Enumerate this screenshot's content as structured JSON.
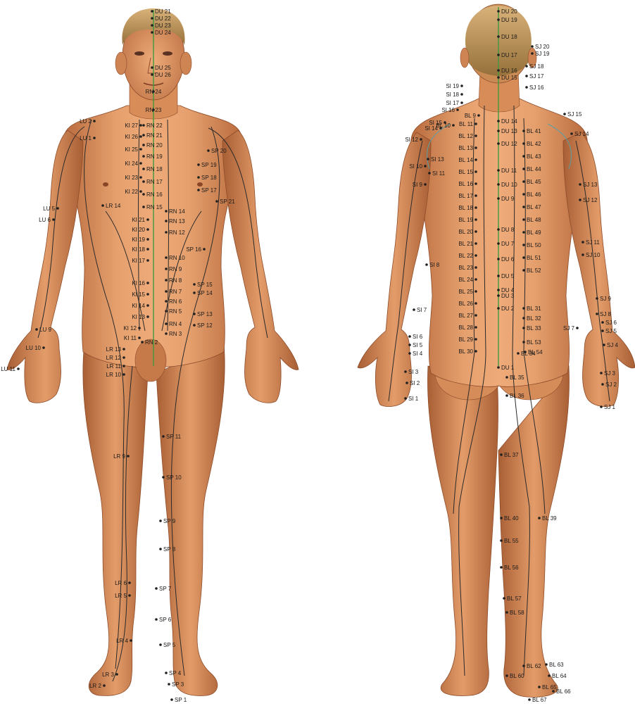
{
  "colors": {
    "skin_light": "#e9a16f",
    "skin_mid": "#c97a48",
    "skin_dark": "#9c5532",
    "hair": "#b58a4e",
    "meridian_line": "#2a2a2a",
    "governing_vessel": "#3f9a3f",
    "point_dot": "#202020",
    "label_text": "#1b1b1b"
  },
  "figures": {
    "front": {
      "labels": [
        "DU 21",
        "DU 22",
        "DU 23",
        "DU 24",
        "DU 25",
        "DU 26",
        "RN 24",
        "RN 23",
        "KI 27",
        "KI 26",
        "KI 25",
        "KI 24",
        "KI 23",
        "KI 22",
        "KI 21",
        "KI 20",
        "KI 19",
        "KI 18",
        "KI 17",
        "KI 16",
        "KI 15",
        "KI 14",
        "KI 13",
        "KI 12",
        "KI 11",
        "RN 22",
        "RN 21",
        "RN 20",
        "RN 19",
        "RN 18",
        "RN 17",
        "RN 16",
        "RN 15",
        "RN 14",
        "RN 13",
        "RN 12",
        "RN 10",
        "RN 9",
        "RN 8",
        "RN 7",
        "RN 6",
        "RN 5",
        "RN 4",
        "RN 3",
        "RN 2",
        "LU 2",
        "LU 1",
        "LU 5",
        "LU 6",
        "LU 9",
        "LU 10",
        "LU 11",
        "SP 20",
        "SP 19",
        "SP 18",
        "SP 17",
        "SP 21",
        "SP 16",
        "SP 15",
        "SP 14",
        "SP 13",
        "SP 12",
        "SP 11",
        "SP 10",
        "SP 9",
        "SP 8",
        "SP 7",
        "SP 6",
        "SP 5",
        "SP 4",
        "SP 3",
        "SP 1",
        "LR 14",
        "LR 13",
        "LR 12",
        "LR 11",
        "LR 10",
        "LR 9",
        "LR 6",
        "LR 5",
        "LR 4",
        "LR 3",
        "LR 2"
      ]
    },
    "back": {
      "labels": [
        "DU 20",
        "DU 19",
        "DU 18",
        "DU 17",
        "DU 16",
        "DU 15",
        "DU 14",
        "DU 13",
        "DU 12",
        "DU 11",
        "DU 10",
        "DU 9",
        "DU 8",
        "DU 7",
        "DU 6",
        "DU 5",
        "DU 4",
        "DU 3",
        "DU 2",
        "DU 1",
        "SJ 20",
        "SJ 19",
        "SJ 18",
        "SJ 17",
        "SJ 16",
        "SJ 15",
        "SJ 14",
        "SJ 13",
        "SJ 12",
        "SJ 11",
        "SJ 10",
        "SJ 9",
        "SJ 8",
        "SJ 7",
        "SJ 6",
        "SJ 5",
        "SJ 4",
        "SJ 3",
        "SJ 2",
        "SJ 1",
        "SI 19",
        "SI 18",
        "SI 17",
        "SI 16",
        "SI 15",
        "SI 14",
        "SI 13",
        "SI 12",
        "SI 11",
        "SI 10",
        "SI 9",
        "SI 8",
        "SI 7",
        "SI 6",
        "SI 5",
        "SI 4",
        "SI 3",
        "SI 2",
        "SI 1",
        "BL 9",
        "BL 10",
        "BL 11",
        "BL 12",
        "BL 13",
        "BL 14",
        "BL 15",
        "BL 16",
        "BL 17",
        "BL 18",
        "BL 19",
        "BL 20",
        "BL 21",
        "BL 22",
        "BL 23",
        "BL 24",
        "BL 25",
        "BL 26",
        "BL 27",
        "BL 28",
        "BL 29",
        "BL 30",
        "BL 31",
        "BL 32",
        "BL 33",
        "BL 34",
        "BL 35",
        "BL 36",
        "BL 37",
        "BL 39",
        "BL 40",
        "BL 41",
        "BL 42",
        "BL 43",
        "BL 44",
        "BL 45",
        "BL 46",
        "BL 47",
        "BL 48",
        "BL 49",
        "BL 50",
        "BL 51",
        "BL 52",
        "BL 53",
        "BL 54",
        "BL 55",
        "BL 56",
        "BL 57",
        "BL 58",
        "BL 60",
        "BL 62",
        "BL 63",
        "BL 64",
        "BL 65",
        "BL 66",
        "BL 67"
      ]
    }
  }
}
